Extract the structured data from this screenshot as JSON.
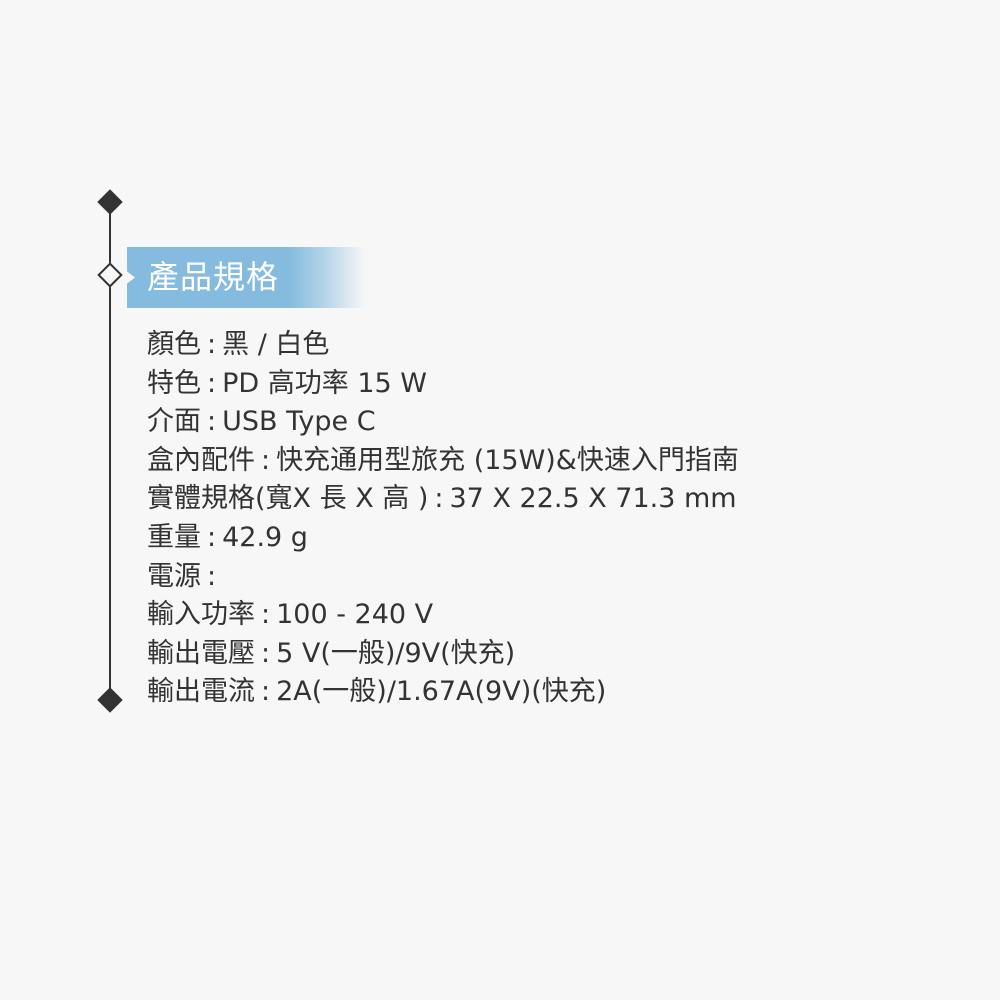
{
  "section": {
    "title": "產品規格",
    "accent_color": "#84bbde",
    "line_color": "#333333"
  },
  "timeline": {
    "markers": [
      {
        "name": "top",
        "style": "filled-diamond"
      },
      {
        "name": "section",
        "style": "hollow-diamond"
      },
      {
        "name": "bottom",
        "style": "filled-diamond"
      }
    ]
  },
  "specs": [
    {
      "label": "顏色",
      "sep": ":",
      "value": "黑 / 白色"
    },
    {
      "label": "特色",
      "sep": ":",
      "value": "PD 高功率 15 W"
    },
    {
      "label": "介面",
      "sep": ":",
      "value": "USB Type C"
    },
    {
      "label": "盒內配件",
      "sep": ":",
      "value": "快充通用型旅充 (15W)&快速入門指南"
    },
    {
      "label": "實體規格(寬X 長 X 高 )",
      "sep": ":",
      "value": "37 X 22.5 X 71.3 mm"
    },
    {
      "label": "重量",
      "sep": ":",
      "value": "42.9 g"
    },
    {
      "label": "電源",
      "sep": ":",
      "value": ""
    },
    {
      "label": "輸入功率",
      "sep": ":",
      "value": "100 - 240 V"
    },
    {
      "label": "輸出電壓",
      "sep": ":",
      "value": "5 V(一般)/9V(快充)"
    },
    {
      "label": "輸出電流",
      "sep": ":",
      "value": "2A(一般)/1.67A(9V)(快充)"
    }
  ]
}
